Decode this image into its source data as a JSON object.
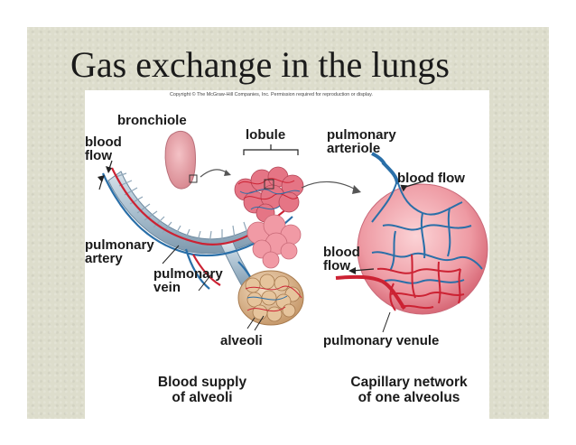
{
  "slide": {
    "title": "Gas exchange in the lungs"
  },
  "figure": {
    "copyright": "Copyright © The McGraw-Hill Companies, Inc. Permission required for reproduction or display.",
    "labels": {
      "bronchiole": "bronchiole",
      "blood_flow_left_1": "blood",
      "blood_flow_left_2": "flow",
      "lobule": "lobule",
      "pulmonary_artery_1": "pulmonary",
      "pulmonary_artery_2": "artery",
      "pulmonary_vein_1": "pulmonary",
      "pulmonary_vein_2": "vein",
      "alveoli": "alveoli",
      "pulmonary_arteriole_1": "pulmonary",
      "pulmonary_arteriole_2": "arteriole",
      "blood_flow_right_top": "blood flow",
      "blood_flow_right_1": "blood",
      "blood_flow_right_2": "flow",
      "pulmonary_venule": "pulmonary venule"
    },
    "captions": {
      "left_1": "Blood supply",
      "left_2": "of alveoli",
      "right_1": "Capillary network",
      "right_2": "of one alveolus"
    }
  },
  "colors": {
    "slide_background": "#ddddcc",
    "artery_red": "#cc2233",
    "vein_blue": "#2a6fa8",
    "alveolus_pink": "#f0a0a8",
    "alveoli_tan": "#d9b48a"
  }
}
